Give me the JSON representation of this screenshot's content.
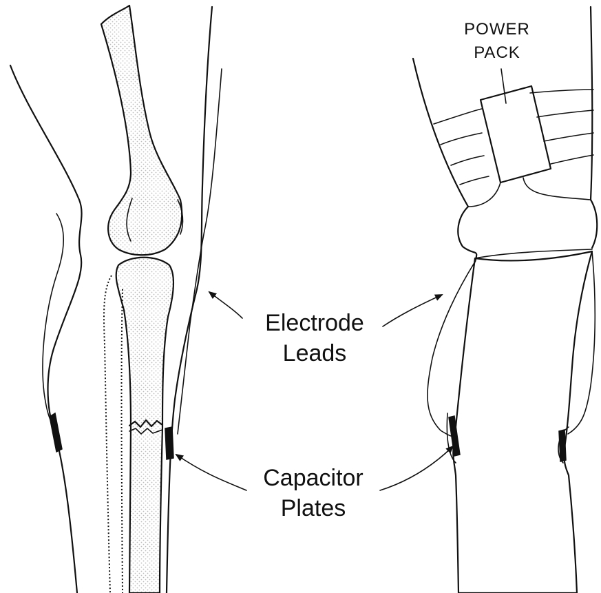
{
  "labels": {
    "power_pack": "POWER\nPACK",
    "electrode_leads": "Electrode\nLeads",
    "capacitor_plates": "Capacitor\nPlates"
  },
  "colors": {
    "line": "#111111",
    "background": "#ffffff",
    "stipple": "#bdbdbd"
  }
}
